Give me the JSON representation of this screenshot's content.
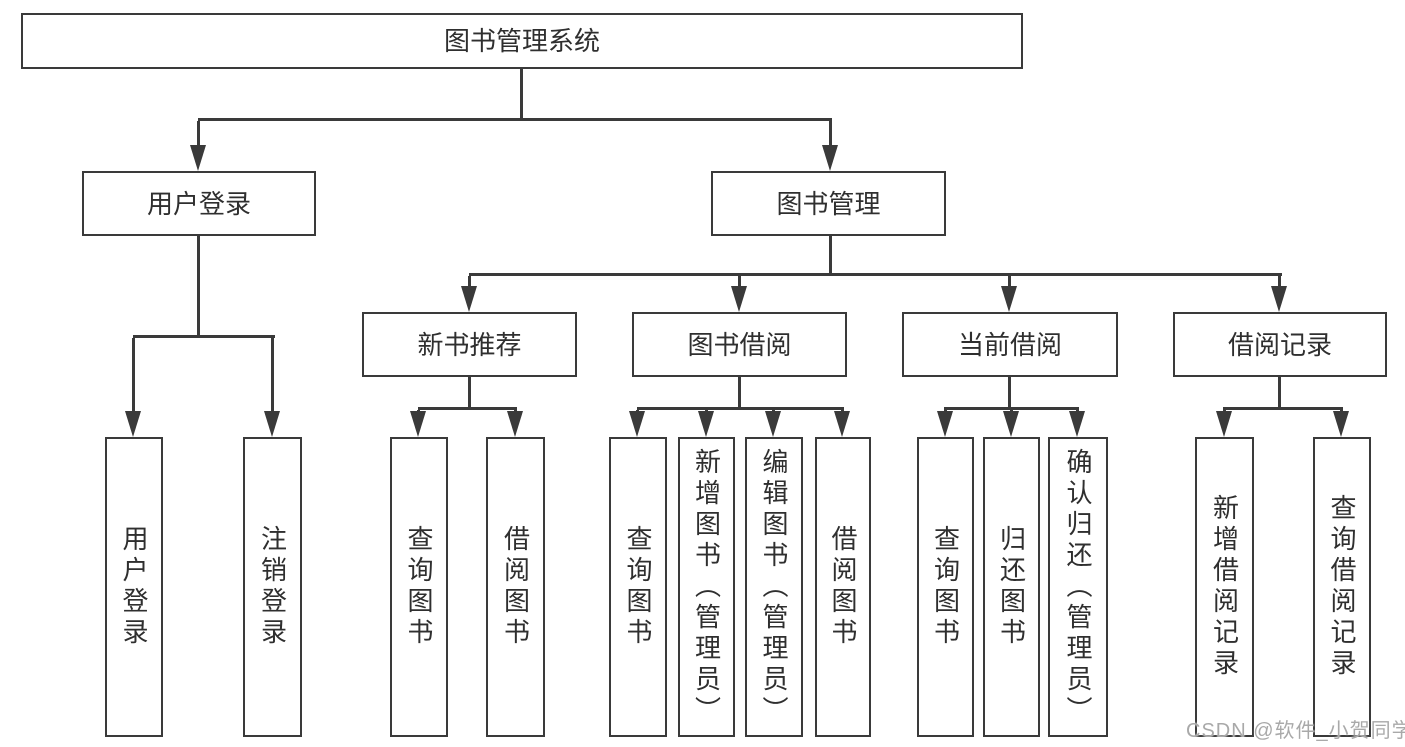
{
  "diagram": {
    "type": "hierarchy-tree",
    "root": {
      "label": "图书管理系统"
    },
    "level2": [
      {
        "label": "用户登录"
      },
      {
        "label": "图书管理"
      }
    ],
    "level3": [
      {
        "label": "新书推荐",
        "parent": "图书管理"
      },
      {
        "label": "图书借阅",
        "parent": "图书管理"
      },
      {
        "label": "当前借阅",
        "parent": "图书管理"
      },
      {
        "label": "借阅记录",
        "parent": "图书管理"
      }
    ],
    "leaves": {
      "user": [
        {
          "label": "用户登录"
        },
        {
          "label": "注销登录"
        }
      ],
      "recommend": [
        {
          "label": "查询图书"
        },
        {
          "label": "借阅图书"
        }
      ],
      "borrow": [
        {
          "label": "查询图书"
        },
        {
          "label": "新增图书（管理员）"
        },
        {
          "label": "编辑图书（管理员）"
        },
        {
          "label": "借阅图书"
        }
      ],
      "current": [
        {
          "label": "查询图书"
        },
        {
          "label": "归还图书"
        },
        {
          "label": "确认归还（管理员）"
        }
      ],
      "records": [
        {
          "label": "新增借阅记录"
        },
        {
          "label": "查询借阅记录"
        }
      ]
    },
    "colors": {
      "line": "#3a3a3a",
      "box_border": "#3a3a3a",
      "text": "#2f2f2f",
      "watermark": "#a9a9a9",
      "background": "#ffffff"
    }
  },
  "watermark": {
    "text": "CSDN @软件_小贺同学"
  }
}
